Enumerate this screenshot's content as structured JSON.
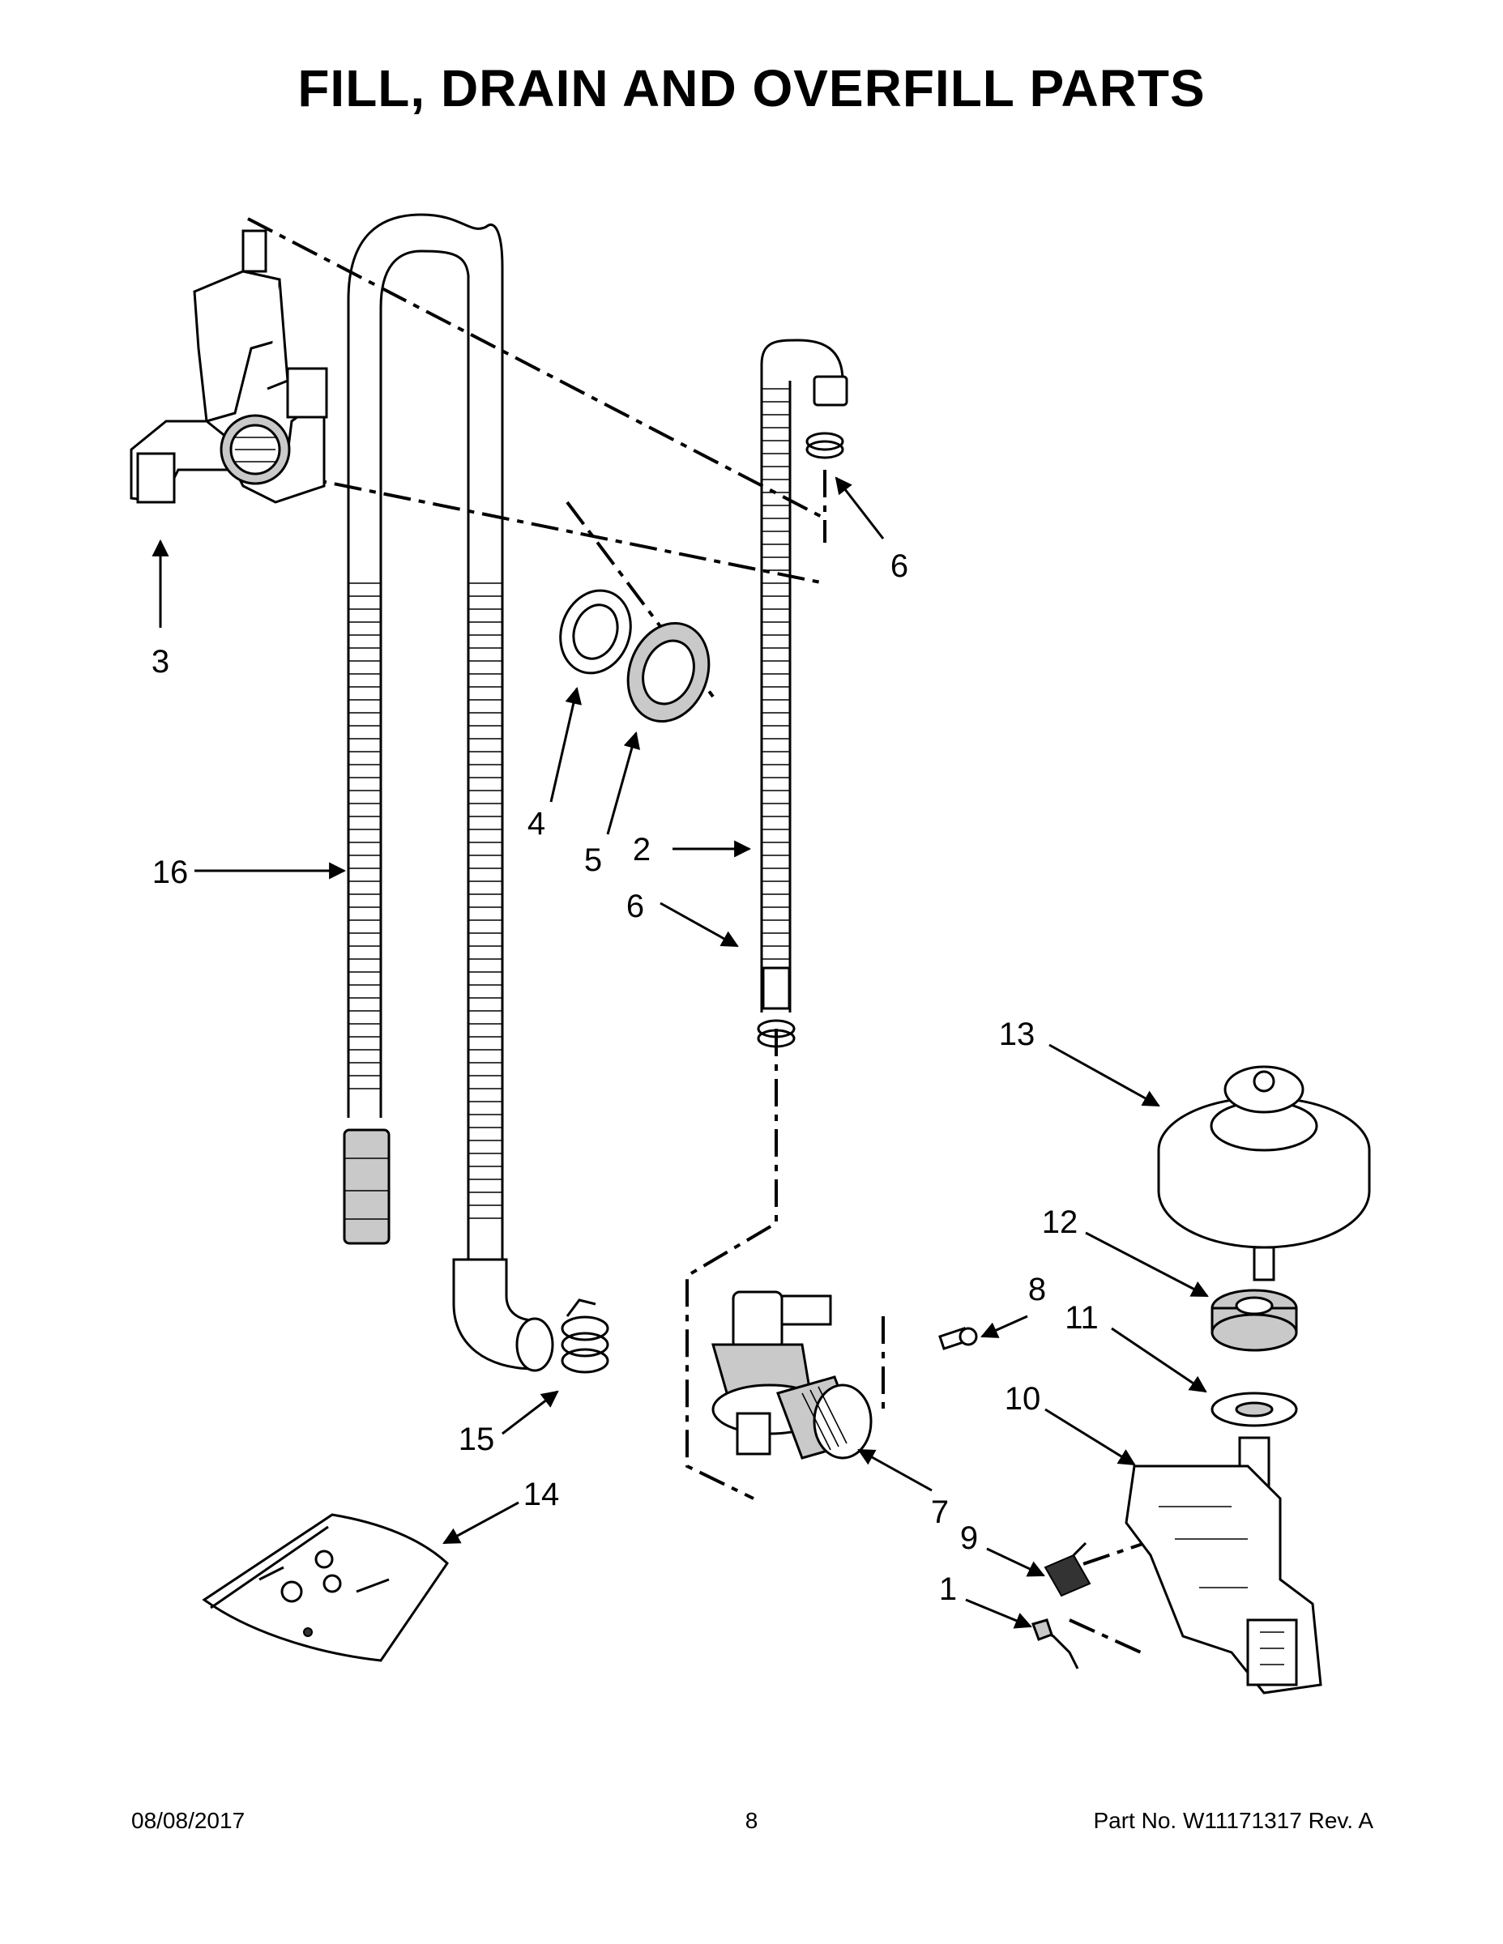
{
  "title": "FILL, DRAIN AND OVERFILL PARTS",
  "footer": {
    "date": "08/08/2017",
    "page_number": "8",
    "part_number": "Part No.  W11171317  Rev.  A"
  },
  "callouts": {
    "c1": "1",
    "c2": "2",
    "c3": "3",
    "c4": "4",
    "c5": "5",
    "c6a": "6",
    "c6b": "6",
    "c7": "7",
    "c8": "8",
    "c9": "9",
    "c10": "10",
    "c11": "11",
    "c12": "12",
    "c13": "13",
    "c14": "14",
    "c15": "15",
    "c16": "16"
  }
}
